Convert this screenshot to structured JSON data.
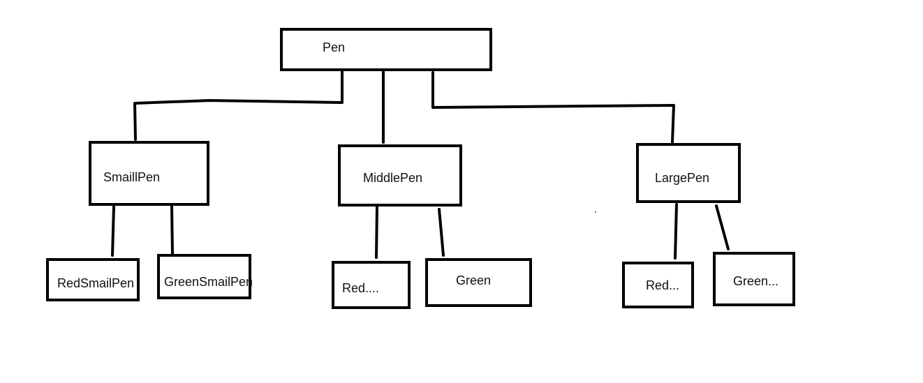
{
  "diagram": {
    "root": {
      "label": "Pen"
    },
    "mid": [
      {
        "label": "SmaillPen"
      },
      {
        "label": "MiddlePen"
      },
      {
        "label": "LargePen"
      }
    ],
    "leaves": [
      {
        "label": "RedSmailPen"
      },
      {
        "label": "GreenSmailPen"
      },
      {
        "label": "Red...."
      },
      {
        "label": "Green"
      },
      {
        "label": "Red..."
      },
      {
        "label": "Green..."
      }
    ]
  }
}
